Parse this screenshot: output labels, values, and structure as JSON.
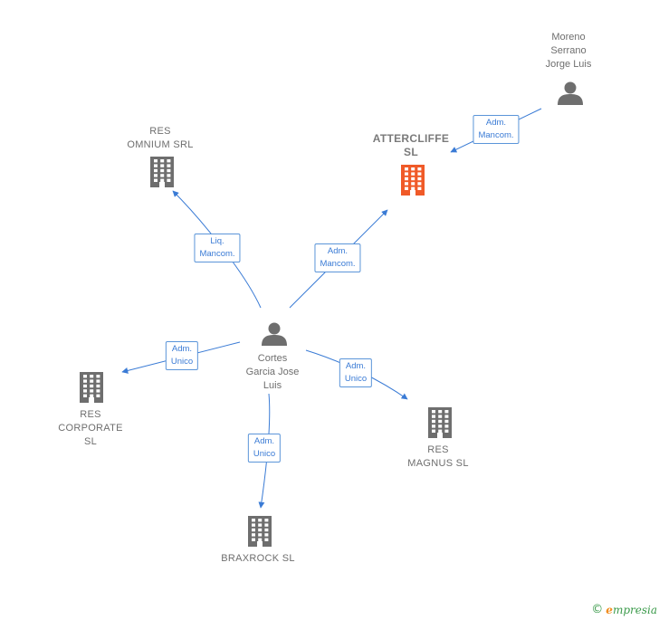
{
  "colors": {
    "edge": "#3a7bd5",
    "company": "#6e6e6e",
    "focus_company": "#f05a28",
    "person": "#6e6e6e"
  },
  "nodes": {
    "moreno": {
      "label": "Moreno\nSerrano\nJorge Luis",
      "kind": "person",
      "icon": "person-icon"
    },
    "attercliffe": {
      "label": "ATTERCLIFFE\nSL",
      "kind": "company",
      "focus": true,
      "icon": "building-icon"
    },
    "res_omnium": {
      "label": "RES\nOMNIUM SRL",
      "kind": "company",
      "icon": "building-icon"
    },
    "cortes": {
      "label": "Cortes\nGarcia Jose\nLuis",
      "kind": "person",
      "icon": "person-icon"
    },
    "res_corporate": {
      "label": "RES\nCORPORATE\nSL",
      "kind": "company",
      "icon": "building-icon"
    },
    "res_magnus": {
      "label": "RES\nMAGNUS  SL",
      "kind": "company",
      "icon": "building-icon"
    },
    "braxrock": {
      "label": "BRAXROCK  SL",
      "kind": "company",
      "icon": "building-icon"
    }
  },
  "edges": [
    {
      "from": "moreno",
      "to": "attercliffe",
      "label": "Adm.\nMancom."
    },
    {
      "from": "cortes",
      "to": "res_omnium",
      "label": "Liq.\nMancom."
    },
    {
      "from": "cortes",
      "to": "attercliffe",
      "label": "Adm.\nMancom."
    },
    {
      "from": "cortes",
      "to": "res_corporate",
      "label": "Adm.\nUnico"
    },
    {
      "from": "cortes",
      "to": "res_magnus",
      "label": "Adm.\nUnico"
    },
    {
      "from": "cortes",
      "to": "braxrock",
      "label": "Adm.\nUnico"
    }
  ],
  "brand": {
    "copyright": "©",
    "first_letter": "e",
    "rest": "mpresia"
  }
}
